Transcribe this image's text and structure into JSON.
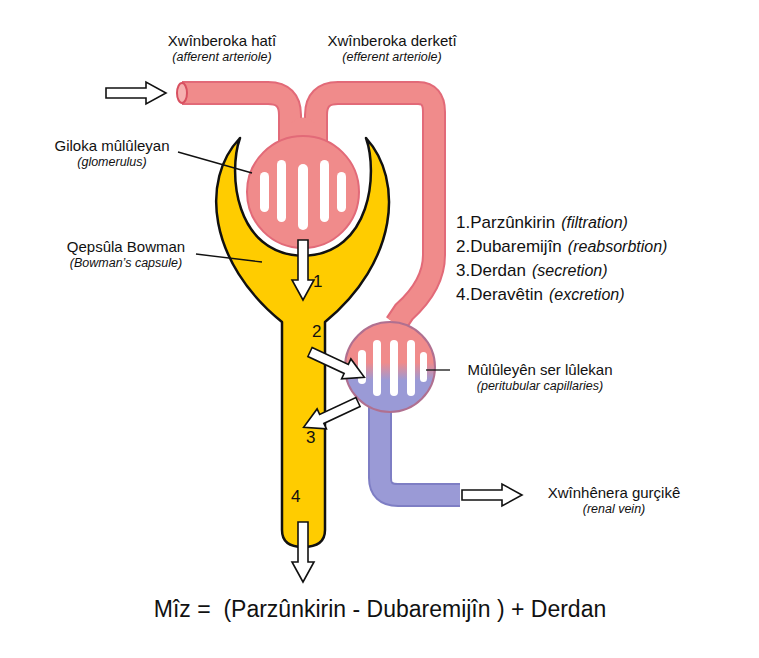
{
  "diagram": {
    "caption": "Mîz =  (Parzûnkirin - Dubaremijîn ) + Derdan",
    "labels": [
      "Xwînberoka hatî",
      "(afferent arteriole)",
      "Xwînberoka derketî",
      "(efferent arteriole)",
      "Giloka mûlûleyan",
      "(glomerulus)",
      "Qepsûla Bowman",
      "(Bowman’s capsule)",
      "1.Parzûnkirin",
      "(filtration)",
      "2.Dubaremijîn",
      "(reabsorbtion)",
      "3.Derdan",
      "(secretion)",
      "4.Deravêtin",
      "(excretion)",
      "Mûlûleyên ser lûlekan",
      "(peritubular capillaries)",
      "Xwînhênera gurçikê",
      "(renal vein)",
      "1",
      "2",
      "3",
      "4"
    ]
  }
}
